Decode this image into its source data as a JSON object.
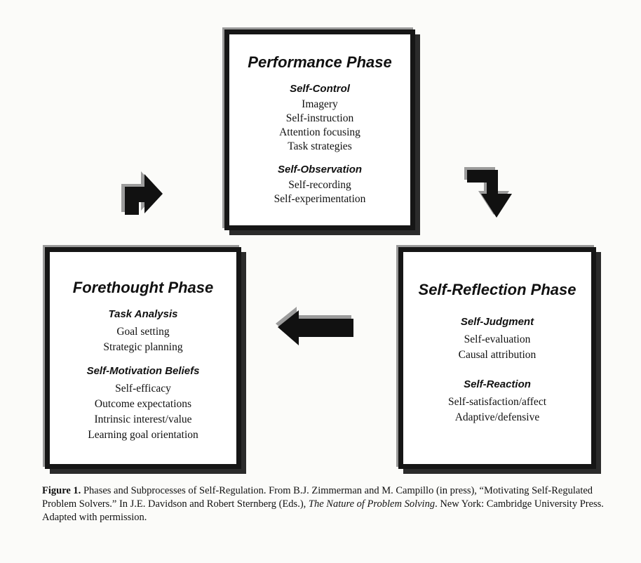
{
  "performance": {
    "title": "Performance Phase",
    "sections": [
      {
        "heading": "Self-Control",
        "items": [
          "Imagery",
          "Self-instruction",
          "Attention focusing",
          "Task strategies"
        ]
      },
      {
        "heading": "Self-Observation",
        "items": [
          "Self-recording",
          "Self-experimentation"
        ]
      }
    ]
  },
  "forethought": {
    "title": "Forethought Phase",
    "sections": [
      {
        "heading": "Task Analysis",
        "items": [
          "Goal setting",
          "Strategic planning"
        ]
      },
      {
        "heading": "Self-Motivation Beliefs",
        "items": [
          "Self-efficacy",
          "Outcome expectations",
          "Intrinsic interest/value",
          "Learning goal orientation"
        ]
      }
    ]
  },
  "reflection": {
    "title": "Self-Reflection Phase",
    "sections": [
      {
        "heading": "Self-Judgment",
        "items": [
          "Self-evaluation",
          "Causal attribution"
        ]
      },
      {
        "heading": "Self-Reaction",
        "items": [
          "Self-satisfaction/affect",
          "Adaptive/defensive"
        ]
      }
    ]
  },
  "caption": {
    "label": "Figure 1.",
    "text1": " Phases and Subprocesses of Self-Regulation. From B.J. Zimmerman and M. Campillo (in press), “Motivating Self-Regulated Problem Solvers.” In J.E. Davidson and Robert Sternberg (Eds.), ",
    "book": "The Nature of Problem Solving",
    "text2": ". New York: Cambridge University Press. Adapted with permission."
  }
}
